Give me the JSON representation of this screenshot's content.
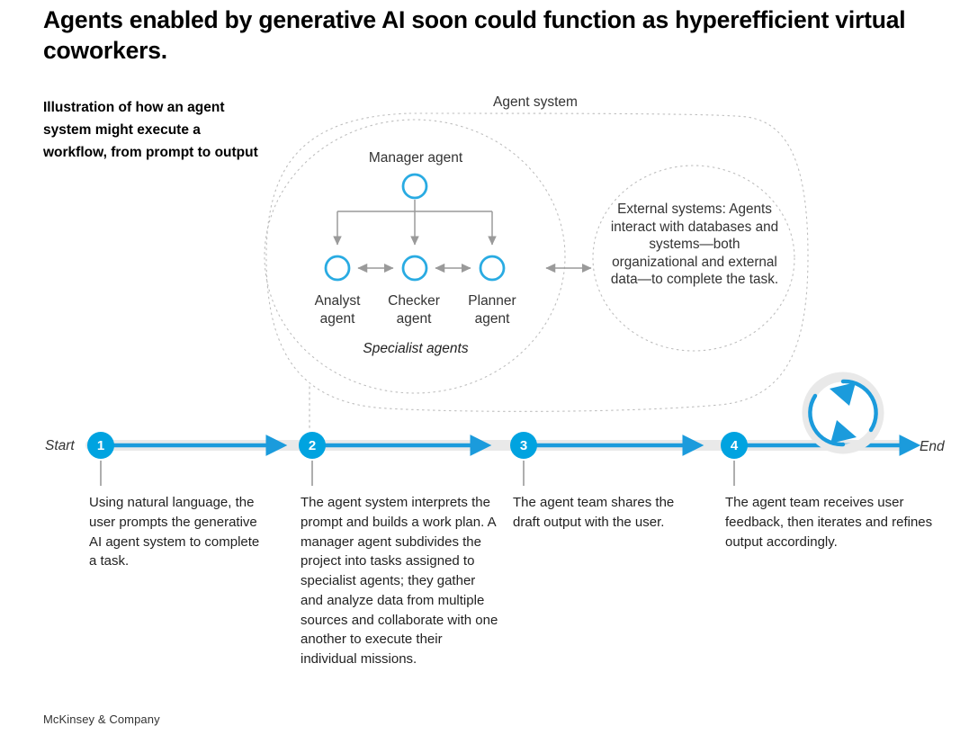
{
  "headline": "Agents enabled by generative AI soon could function as hyperefficient virtual coworkers.",
  "deck": "Illustration of how an agent system might execute a workflow, from prompt to output",
  "agent_system": {
    "label": "Agent system",
    "manager_label": "Manager agent",
    "specialists_label": "Specialist agents",
    "specialists": [
      {
        "name": "Analyst",
        "suffix": "agent"
      },
      {
        "name": "Checker",
        "suffix": "agent"
      },
      {
        "name": "Planner",
        "suffix": "agent"
      }
    ],
    "external_systems_text": "External systems: Agents interact with databases and systems—both organizational and external data—to complete the task."
  },
  "timeline": {
    "start_label": "Start",
    "end_label": "End",
    "steps": [
      {
        "number": "1",
        "text": "Using natural language, the user prompts the generative AI agent system to complete a task."
      },
      {
        "number": "2",
        "text": "The agent system interprets the prompt and builds a work plan. A manager agent subdivides the project into tasks assigned to specialist agents; they gather and analyze data from multiple sources and collaborate with one another to execute their individual missions."
      },
      {
        "number": "3",
        "text": "The agent team shares the draft output with the user."
      },
      {
        "number": "4",
        "text": "The agent team receives user feedback, then iterates and refines output accordingly."
      }
    ],
    "loop_icon": "refresh-loop-icon"
  },
  "footer": "McKinsey & Company",
  "colors": {
    "accent_blue": "#00A3E0",
    "ring_blue": "#29ABE2",
    "track_gray": "#E8E8E8",
    "connector_gray": "#9A9A9A",
    "dotted_gray": "#BBBBBB",
    "text_dark": "#1a1a1a"
  }
}
